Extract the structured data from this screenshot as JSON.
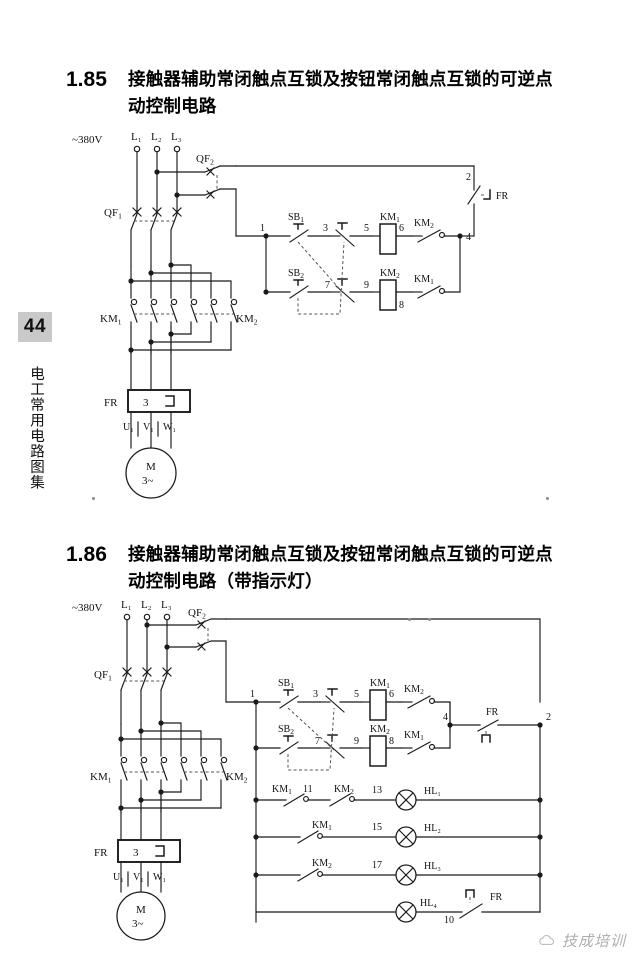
{
  "page": {
    "number": "44",
    "book_title_vertical": "电工常用电路图集",
    "watermark": "技成培训"
  },
  "sections": [
    {
      "number": "1.85",
      "title": "接触器辅助常闭触点互锁及按钮常闭触点互锁的可逆点动控制电路"
    },
    {
      "number": "1.86",
      "title": "接触器辅助常闭触点互锁及按钮常闭触点互锁的可逆点动控制电路（带指示灯）"
    }
  ],
  "diagram_185": {
    "supply_label": "~380V",
    "phases": [
      "L₁",
      "L₂",
      "L₃"
    ],
    "breaker_main": "QF₁",
    "breaker_control": "QF₂",
    "contactor_left": "KM₁",
    "contactor_right": "KM₂",
    "overload_relay": "FR",
    "overload_poles": "3",
    "motor_terminals": [
      "U₁",
      "V₁",
      "W₁"
    ],
    "motor_symbol": "M",
    "motor_phase": "3~",
    "buttons": [
      "SB₁",
      "SB₂"
    ],
    "coils": [
      "KM₁",
      "KM₂"
    ],
    "aux_contacts": [
      "KM₂",
      "KM₁"
    ],
    "node_numbers": [
      "1",
      "2",
      "3",
      "4",
      "5",
      "6",
      "7",
      "8",
      "9"
    ],
    "fr_contact_label": "FR"
  },
  "diagram_186": {
    "supply_label": "~380V",
    "phases": [
      "L₁",
      "L₂",
      "L₃"
    ],
    "breaker_main": "QF₁",
    "breaker_control": "QF₂",
    "contactor_left": "KM₁",
    "contactor_right": "KM₂",
    "overload_relay": "FR",
    "overload_poles": "3",
    "motor_terminals": [
      "U₁",
      "V₁",
      "W₁"
    ],
    "motor_symbol": "M",
    "motor_phase": "3~",
    "buttons": [
      "SB₁",
      "SB₂"
    ],
    "coils": [
      "KM₁",
      "KM₂"
    ],
    "aux_contacts": [
      "KM₂",
      "KM₁"
    ],
    "fr_contact_label": "FR",
    "node_numbers": [
      "1",
      "2",
      "3",
      "4",
      "5",
      "6",
      "7",
      "8",
      "9",
      "10",
      "11",
      "13",
      "15",
      "17"
    ],
    "lamp_rows": [
      {
        "lamp": "HL₁",
        "contacts": [
          "KM₁",
          "KM₂"
        ],
        "nodes": [
          "11",
          "13"
        ]
      },
      {
        "lamp": "HL₂",
        "contacts": [
          "KM₁"
        ],
        "nodes": [
          "15"
        ]
      },
      {
        "lamp": "HL₃",
        "contacts": [
          "KM₂"
        ],
        "nodes": [
          "17"
        ]
      },
      {
        "lamp": "HL₄",
        "contacts": [
          "FR"
        ],
        "nodes": [
          "10"
        ]
      }
    ]
  }
}
